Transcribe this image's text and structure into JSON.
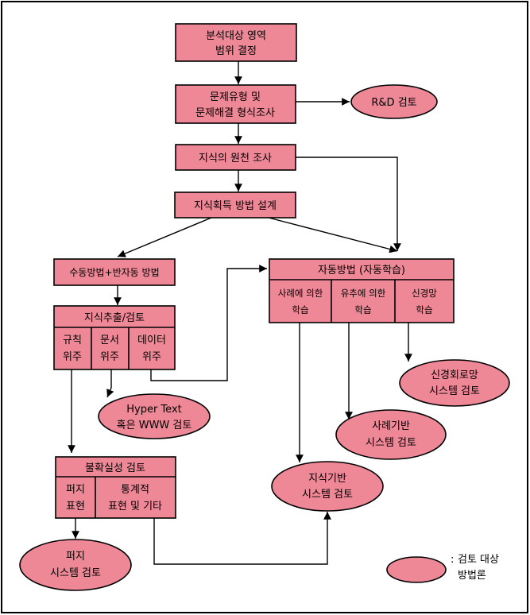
{
  "nodes": {
    "n1": [
      "분석대상 영역",
      "범위 결정"
    ],
    "n2": [
      "문제유형 및",
      "문제해결 형식조사"
    ],
    "n3": "지식의 원천 조사",
    "n4": "지식획득 방법 설계",
    "n5": "수동방법+반자동 방법",
    "n6": "지식추출/검토",
    "n6a": [
      "규칙",
      "위주"
    ],
    "n6b": [
      "문서",
      "위주"
    ],
    "n6c": [
      "데이터",
      "위주"
    ],
    "n7": "불확실성 검토",
    "n7a": [
      "퍼지",
      "표현"
    ],
    "n7b": [
      "통계적",
      "표현 및 기타"
    ],
    "n8": "자동방법 (자동학습)",
    "n8a": [
      "사례에 의한",
      "학습"
    ],
    "n8b": [
      "유추에 의한",
      "학습"
    ],
    "n8c": [
      "신경망",
      "학습"
    ]
  },
  "ellipses": {
    "rd": "R&D 검토",
    "hyper": [
      "Hyper Text",
      "혹은 WWW 검토"
    ],
    "fuzzy": [
      "퍼지",
      "시스템 검토"
    ],
    "knowledge": [
      "지식기반",
      "시스템 검토"
    ],
    "case": [
      "사례기반",
      "시스템 검토"
    ],
    "neural": [
      "신경회로망",
      "시스템 검토"
    ]
  },
  "legend": [
    "검토 대상",
    "방법론"
  ],
  "colors": {
    "fill": "#EE8896",
    "line": "#000000"
  }
}
